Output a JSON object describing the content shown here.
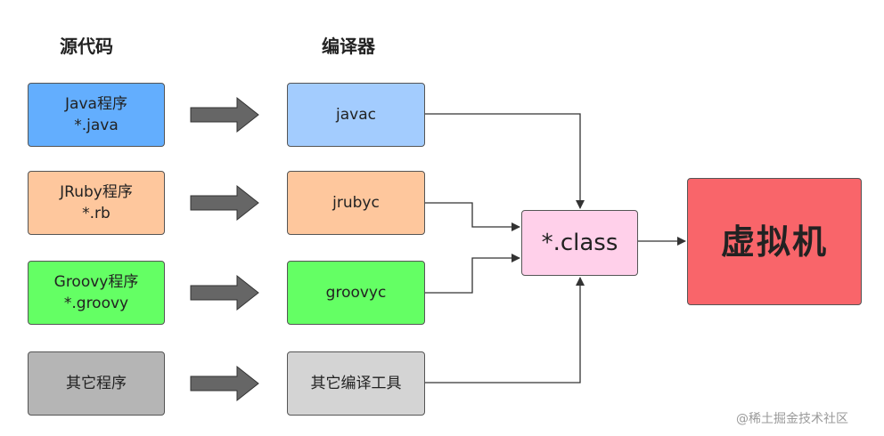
{
  "headings": {
    "source": "源代码",
    "compiler": "编译器"
  },
  "sources": [
    {
      "line1": "Java程序",
      "line2": "*.java",
      "color": "#63aefe"
    },
    {
      "line1": "JRuby程序",
      "line2": "*.rb",
      "color": "#fec79d"
    },
    {
      "line1": "Groovy程序",
      "line2": "*.groovy",
      "color": "#64ff64"
    },
    {
      "line1": "其它程序",
      "line2": "",
      "color": "#b5b5b5"
    }
  ],
  "compilers": [
    {
      "label": "javac",
      "color": "#a3ccfe"
    },
    {
      "label": "jrubyc",
      "color": "#fec79d"
    },
    {
      "label": "groovyc",
      "color": "#64ff64"
    },
    {
      "label": "其它编译工具",
      "color": "#d4d4d4"
    }
  ],
  "class_node": {
    "label": "*.class",
    "color": "#ffd0ea"
  },
  "jvm_node": {
    "label": "虚拟机",
    "color": "#f9656a"
  },
  "watermark": "@稀土掘金技术社区"
}
